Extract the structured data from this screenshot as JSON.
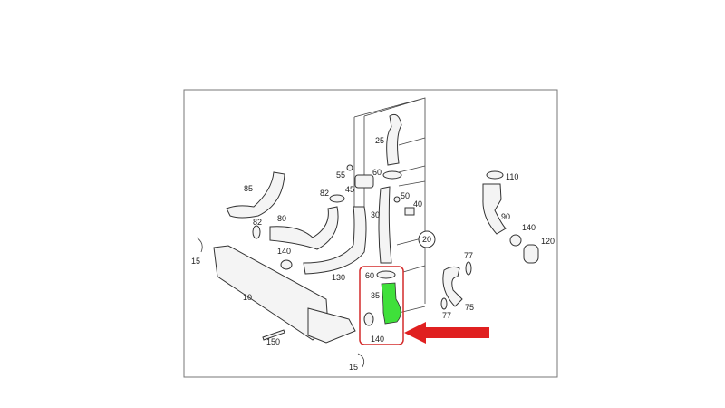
{
  "diagram": {
    "highlight_color": "#d42a2a",
    "highlight_part_color": "#3fe03a",
    "labels": {
      "p25": "25",
      "p55": "55",
      "p60_top": "60",
      "p45": "45",
      "p50": "50",
      "p40": "40",
      "p30": "30",
      "p82_top": "82",
      "p85": "85",
      "p80": "80",
      "p82_left": "82",
      "p20": "20",
      "p15_left": "15",
      "p140_mid": "140",
      "p130": "130",
      "p10": "10",
      "p60_low": "60",
      "p35": "35",
      "p140_low": "140",
      "p150": "150",
      "p15_bottom": "15",
      "p110": "110",
      "p90": "90",
      "p140_right": "140",
      "p120": "120",
      "p77_top": "77",
      "p75": "75",
      "p77_bottom": "77"
    }
  }
}
